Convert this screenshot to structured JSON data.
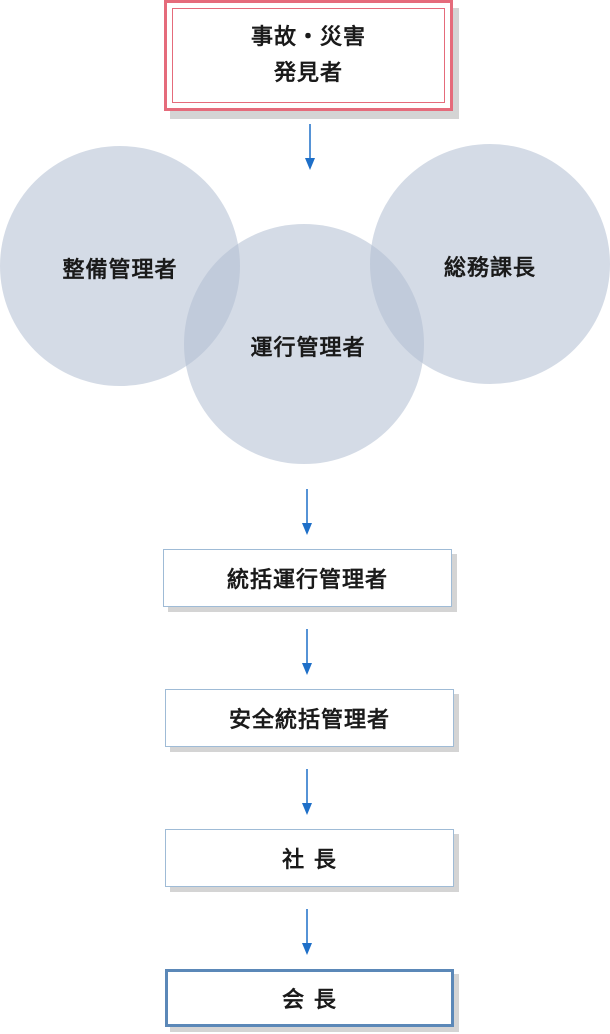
{
  "flow": {
    "discoverer": {
      "line1": "事故・災害",
      "line2": "発見者"
    },
    "circles": {
      "maintenance_manager": "整備管理者",
      "operations_manager": "運行管理者",
      "general_affairs_manager": "総務課長"
    },
    "steps": {
      "chief_operations_manager": "統括運行管理者",
      "chief_safety_manager": "安全統括管理者",
      "president": "社 長",
      "chairman": "会 長"
    }
  },
  "colors": {
    "discoverer_border": "#e56b7b",
    "box_border": "#9fbbd6",
    "final_border": "#5b88b8",
    "arrow": "#1e6fc8",
    "circle_fill": "#b0bed1"
  }
}
